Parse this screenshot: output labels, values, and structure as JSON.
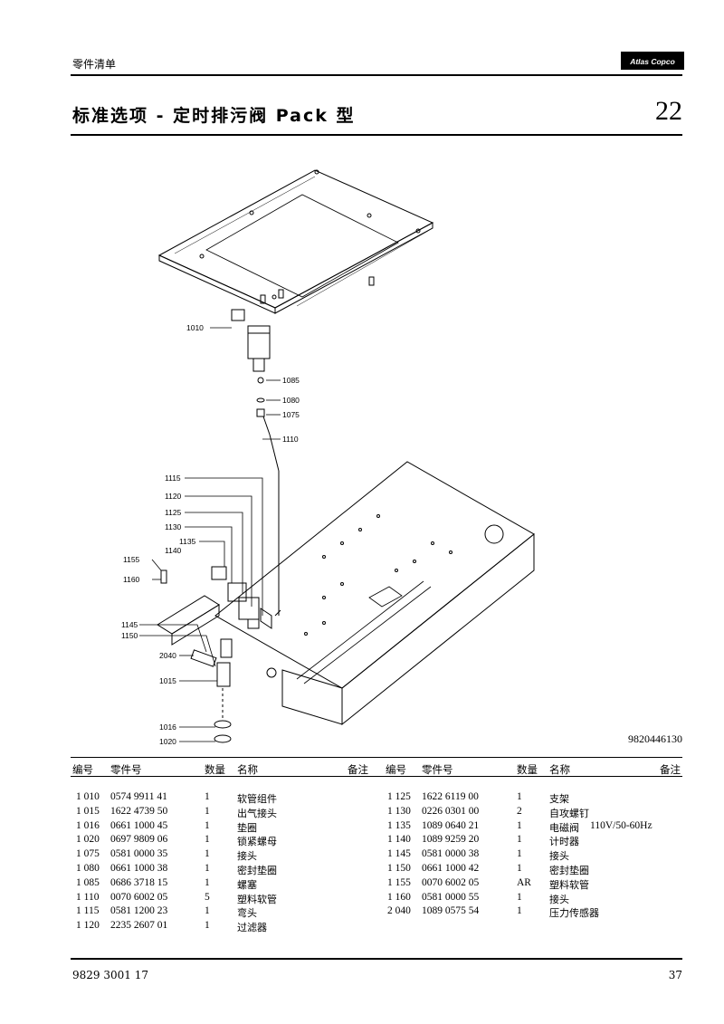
{
  "header": {
    "section_label": "零件清单",
    "brand": "Atlas Copco",
    "title": "标准选项 - 定时排污阀 Pack 型",
    "chapter": "22"
  },
  "drawing": {
    "callouts": [
      "1010",
      "1085",
      "1080",
      "1075",
      "1110",
      "1115",
      "1120",
      "1125",
      "1130",
      "1135",
      "1140",
      "1155",
      "1160",
      "1145",
      "1150",
      "2040",
      "1015",
      "1016",
      "1020"
    ],
    "drawing_number": "9820446130"
  },
  "table": {
    "headers": [
      "编号",
      "零件号",
      "数量",
      "名称",
      "备注"
    ],
    "left_rows": [
      {
        "ref": "1 010",
        "part": "0574 9911 41",
        "qty": "1",
        "name": "软管组件",
        "note": ""
      },
      {
        "ref": "1 015",
        "part": "1622 4739 50",
        "qty": "1",
        "name": "出气接头",
        "note": ""
      },
      {
        "ref": "1 016",
        "part": "0661 1000 45",
        "qty": "1",
        "name": "垫圈",
        "note": ""
      },
      {
        "ref": "1 020",
        "part": "0697 9809 06",
        "qty": "1",
        "name": "锁紧螺母",
        "note": ""
      },
      {
        "ref": "1 075",
        "part": "0581 0000 35",
        "qty": "1",
        "name": "接头",
        "note": ""
      },
      {
        "ref": "1 080",
        "part": "0661 1000 38",
        "qty": "1",
        "name": "密封垫圈",
        "note": ""
      },
      {
        "ref": "1 085",
        "part": "0686 3718 15",
        "qty": "1",
        "name": "螺塞",
        "note": ""
      },
      {
        "ref": "1 110",
        "part": "0070 6002 05",
        "qty": "5",
        "name": "塑料软管",
        "note": ""
      },
      {
        "ref": "1 115",
        "part": "0581 1200 23",
        "qty": "1",
        "name": "弯头",
        "note": ""
      },
      {
        "ref": "1 120",
        "part": "2235 2607 01",
        "qty": "1",
        "name": "过滤器",
        "note": ""
      }
    ],
    "right_rows": [
      {
        "ref": "1 125",
        "part": "1622 6119 00",
        "qty": "1",
        "name": "支架",
        "note": ""
      },
      {
        "ref": "1 130",
        "part": "0226 0301 00",
        "qty": "2",
        "name": "自攻螺钉",
        "note": ""
      },
      {
        "ref": "1 135",
        "part": "1089 0640 21",
        "qty": "1",
        "name": "电磁阀",
        "note": "110V/50-60Hz"
      },
      {
        "ref": "1 140",
        "part": "1089 9259 20",
        "qty": "1",
        "name": "计时器",
        "note": ""
      },
      {
        "ref": "1 145",
        "part": "0581 0000 38",
        "qty": "1",
        "name": "接头",
        "note": ""
      },
      {
        "ref": "1 150",
        "part": "0661 1000 42",
        "qty": "1",
        "name": "密封垫圈",
        "note": ""
      },
      {
        "ref": "1 155",
        "part": "0070 6002 05",
        "qty": "AR",
        "name": "塑料软管",
        "note": ""
      },
      {
        "ref": "1 160",
        "part": "0581 0000 55",
        "qty": "1",
        "name": "接头",
        "note": ""
      },
      {
        "ref": "2 040",
        "part": "1089 0575 54",
        "qty": "1",
        "name": "压力传感器",
        "note": ""
      }
    ]
  },
  "footer": {
    "doc_number": "9829 3001 17",
    "page_number": "37"
  }
}
